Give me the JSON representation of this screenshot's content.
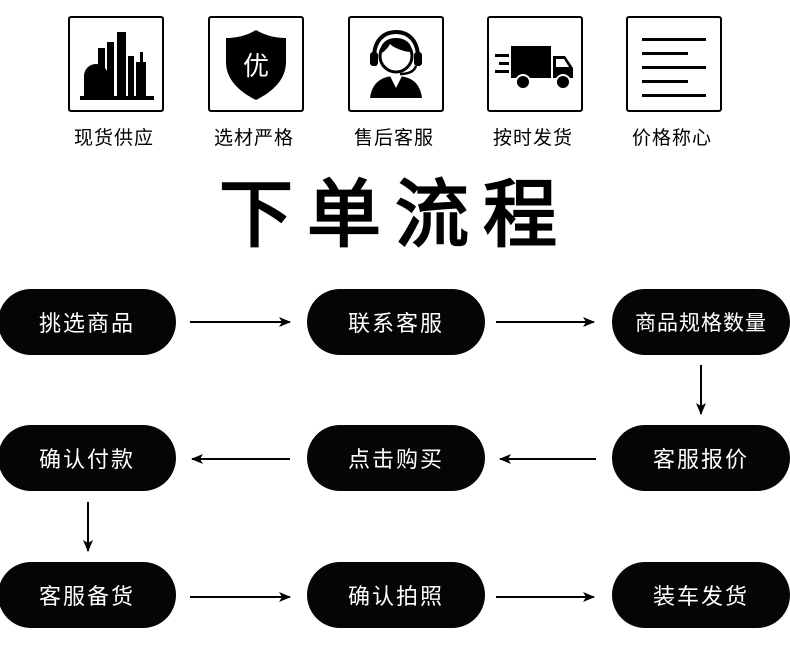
{
  "features": [
    {
      "label": "现货供应",
      "icon": "factory-icon"
    },
    {
      "label": "选材严格",
      "icon": "shield-badge-icon",
      "badge_text": "优"
    },
    {
      "label": "售后客服",
      "icon": "headset-agent-icon"
    },
    {
      "label": "按时发货",
      "icon": "delivery-truck-icon"
    },
    {
      "label": "价格称心",
      "icon": "document-lines-icon"
    }
  ],
  "title": "下单流程",
  "steps": [
    {
      "label": "挑选商品"
    },
    {
      "label": "联系客服"
    },
    {
      "label": "商品规格数量"
    },
    {
      "label": "确认付款"
    },
    {
      "label": "点击购买"
    },
    {
      "label": "客服报价"
    },
    {
      "label": "客服备货"
    },
    {
      "label": "确认拍照"
    },
    {
      "label": "装车发货"
    }
  ],
  "colors": {
    "pill_bg": "#050505",
    "pill_text": "#ffffff",
    "line": "#000000"
  }
}
